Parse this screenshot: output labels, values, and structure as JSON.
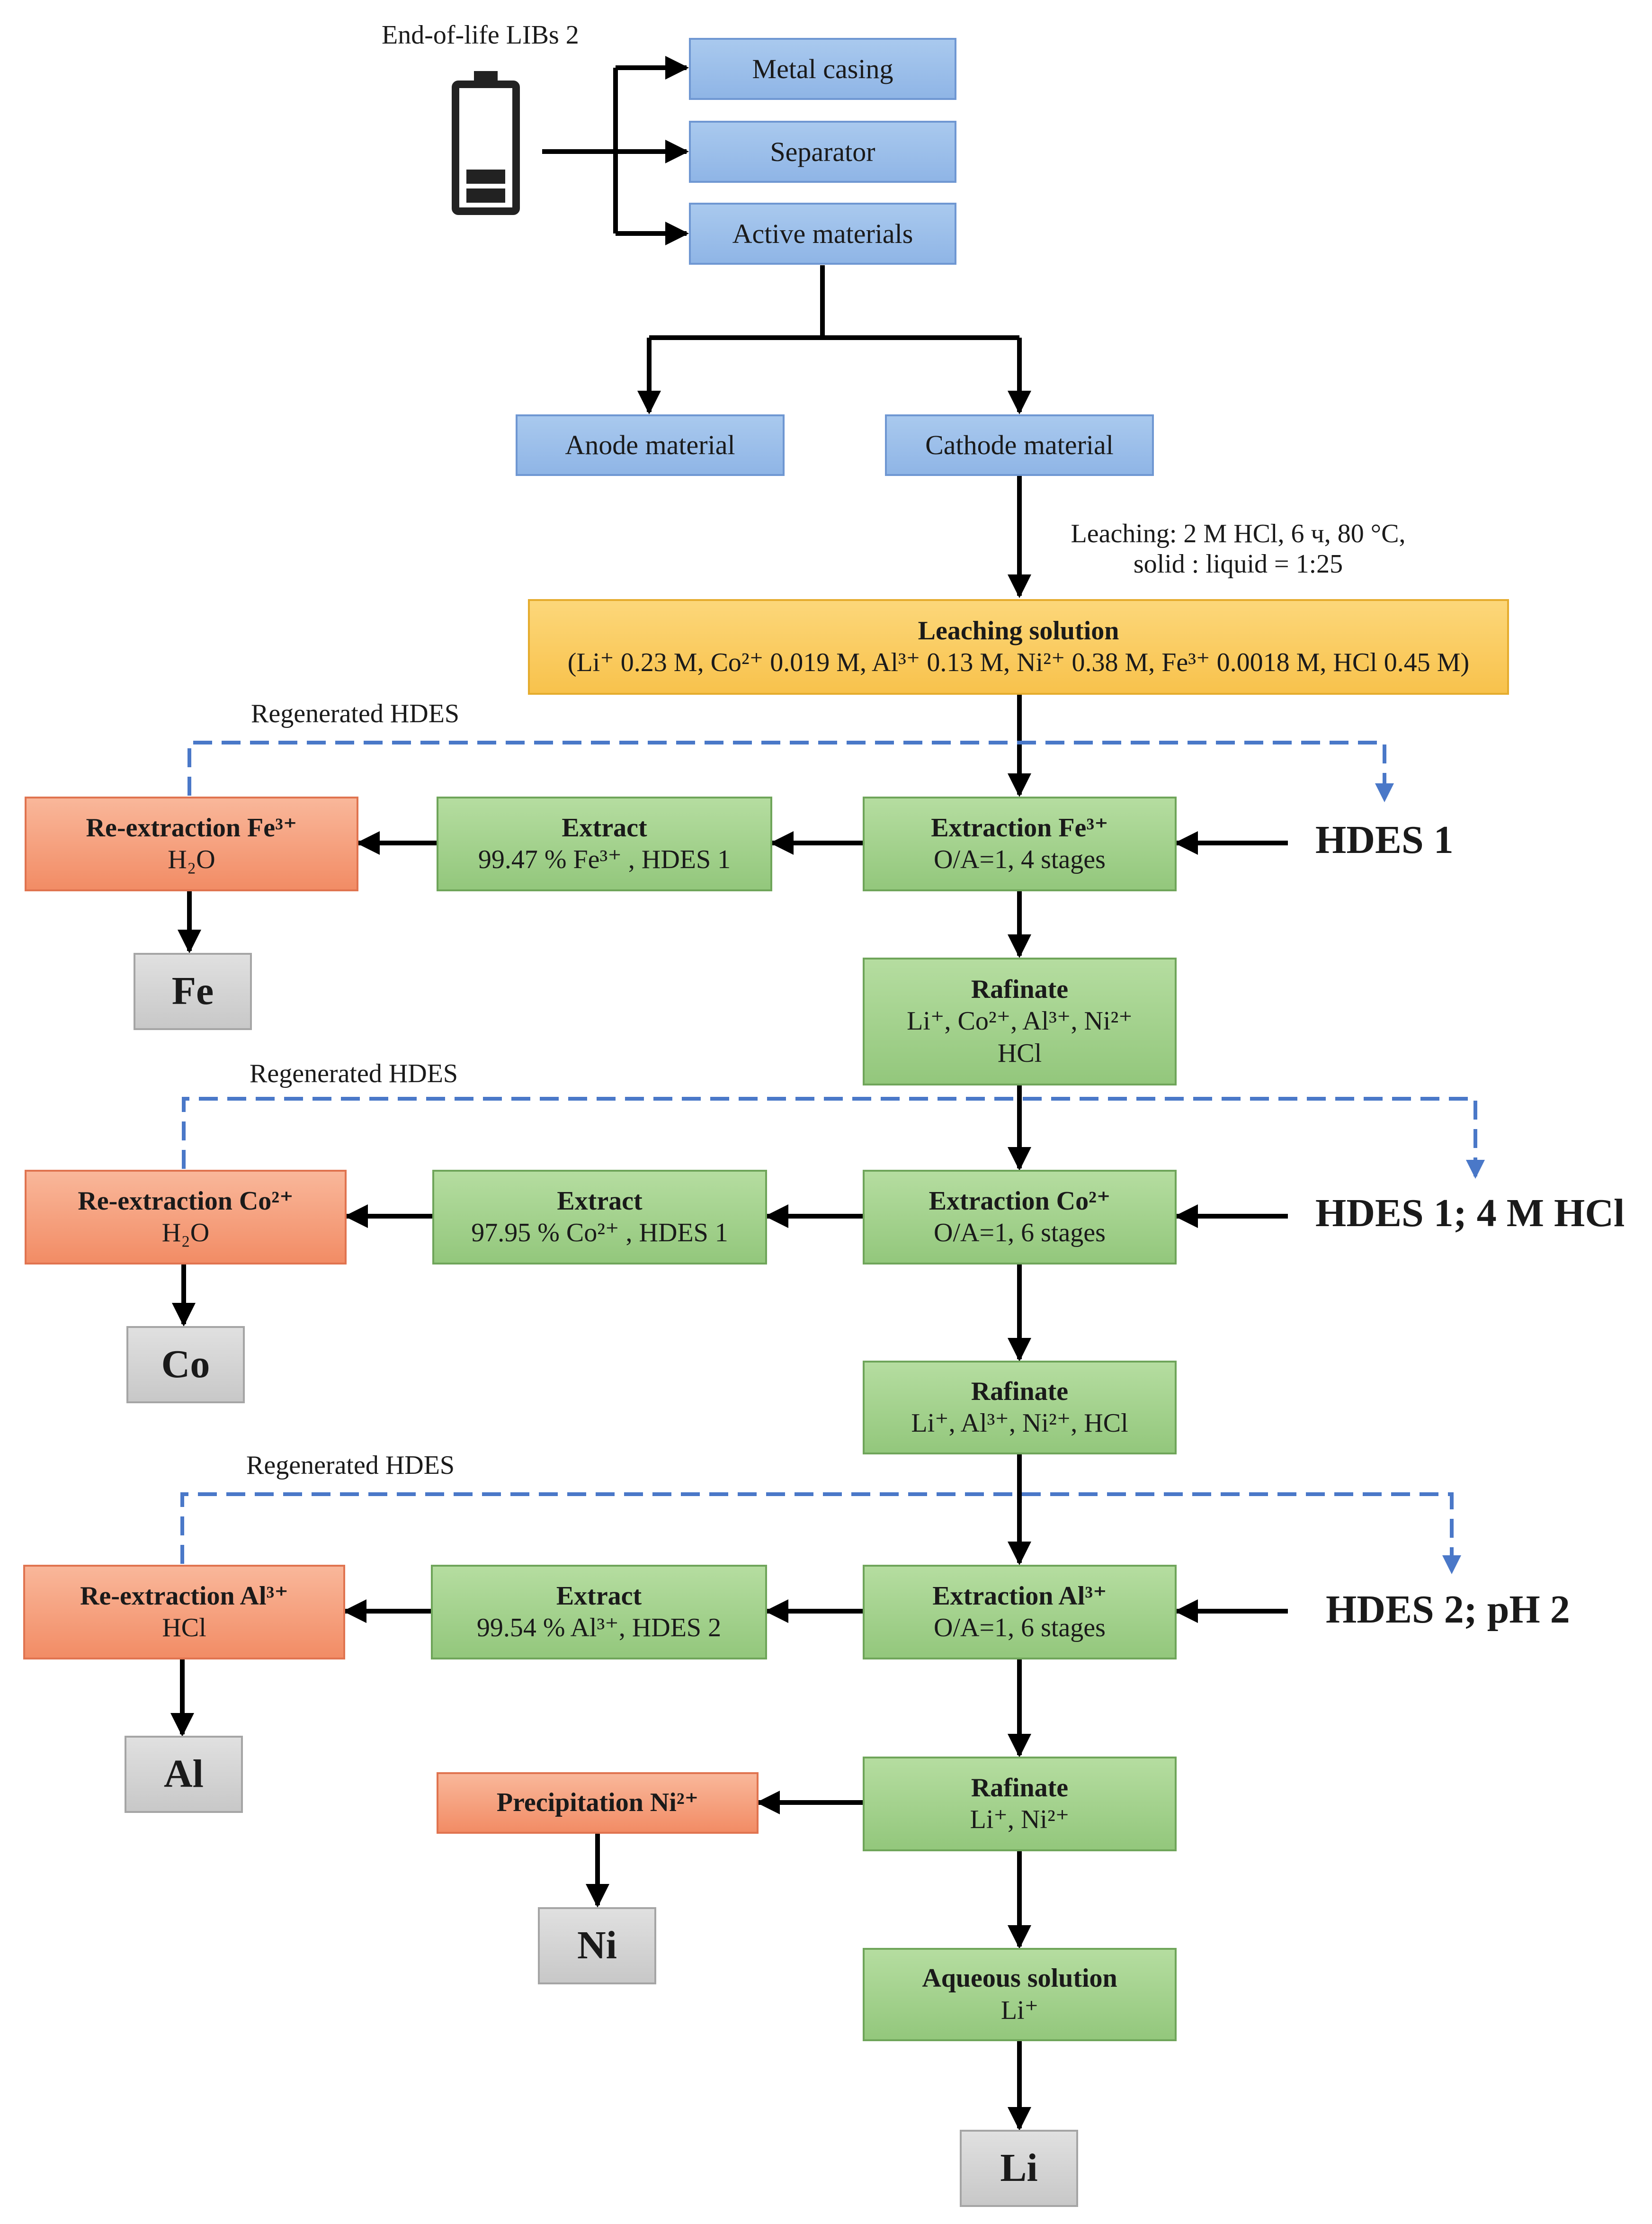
{
  "source_label": "End-of-life LIBs 2",
  "components": {
    "metal_casing": "Metal casing",
    "separator": "Separator",
    "active_materials": "Active materials",
    "anode": "Anode material",
    "cathode": "Cathode material"
  },
  "leaching": {
    "conditions_line1": "Leaching: 2 M HCl, 6 ч, 80 °C,",
    "conditions_line2": "solid : liquid = 1:25",
    "title": "Leaching solution",
    "composition": "(Li⁺ 0.23 M, Co²⁺ 0.019 M, Al³⁺ 0.13 M, Ni²⁺ 0.38 M, Fe³⁺ 0.0018 M, HCl 0.45 M)"
  },
  "regenerated_label": "Regenerated HDES",
  "stages": [
    {
      "extraction_title": "Extraction Fe³⁺",
      "extraction_params": "O/A=1, 4 stages",
      "extract_title": "Extract",
      "extract_detail": "99.47 % Fe³⁺ , HDES 1",
      "reextraction_title": "Re-extraction Fe³⁺",
      "reextraction_agent": "H₂O",
      "product": "Fe",
      "reagent": "HDES 1",
      "raffinate_title": "Rafinate",
      "raffinate_line1": "Li⁺, Co²⁺, Al³⁺, Ni²⁺",
      "raffinate_line2": "HCl"
    },
    {
      "extraction_title": "Extraction Co²⁺",
      "extraction_params": "O/A=1, 6 stages",
      "extract_title": "Extract",
      "extract_detail": "97.95 % Co²⁺ , HDES 1",
      "reextraction_title": "Re-extraction Co²⁺",
      "reextraction_agent": "H₂O",
      "product": "Co",
      "reagent": "HDES 1; 4 M HCl",
      "raffinate_title": "Rafinate",
      "raffinate_line1": "Li⁺, Al³⁺, Ni²⁺, HCl"
    },
    {
      "extraction_title": "Extraction Al³⁺",
      "extraction_params": "O/A=1, 6 stages",
      "extract_title": "Extract",
      "extract_detail": "99.54 % Al³⁺, HDES 2",
      "reextraction_title": "Re-extraction Al³⁺",
      "reextraction_agent": "HCl",
      "product": "Al",
      "reagent": "HDES 2; pH 2",
      "raffinate_title": "Rafinate",
      "raffinate_line1": "Li⁺, Ni²⁺"
    }
  ],
  "precipitation": {
    "title": "Precipitation Ni²⁺",
    "product": "Ni"
  },
  "aqueous": {
    "title": "Aqueous solution",
    "ion": "Li⁺",
    "product": "Li"
  },
  "colors": {
    "blue_box": "#8fb5e6",
    "yellow_box": "#f8c24c",
    "green_box": "#93c77c",
    "orange_box": "#f28c65",
    "gray_box": "#c8c8c8",
    "dashed_line": "#4a78c8"
  }
}
